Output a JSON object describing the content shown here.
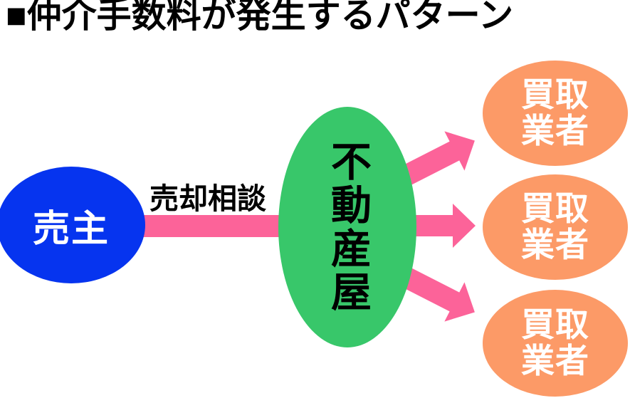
{
  "title": "■仲介手数料が発生するパターン",
  "colors": {
    "seller_blue": "#0634ef",
    "agent_green": "#38c76a",
    "buyer_orange": "#fc9a67",
    "arrow_pink": "#fc6399",
    "text_black": "#000000",
    "text_white": "#ffffff",
    "background": "#ffffff"
  },
  "diagram": {
    "seller": {
      "label": "売主"
    },
    "consultation_label": "売却相談",
    "agent": {
      "label": "不動産屋"
    },
    "buyers": [
      {
        "label": "買取\n業者"
      },
      {
        "label": "買取\n業者"
      },
      {
        "label": "買取\n業者"
      }
    ]
  }
}
